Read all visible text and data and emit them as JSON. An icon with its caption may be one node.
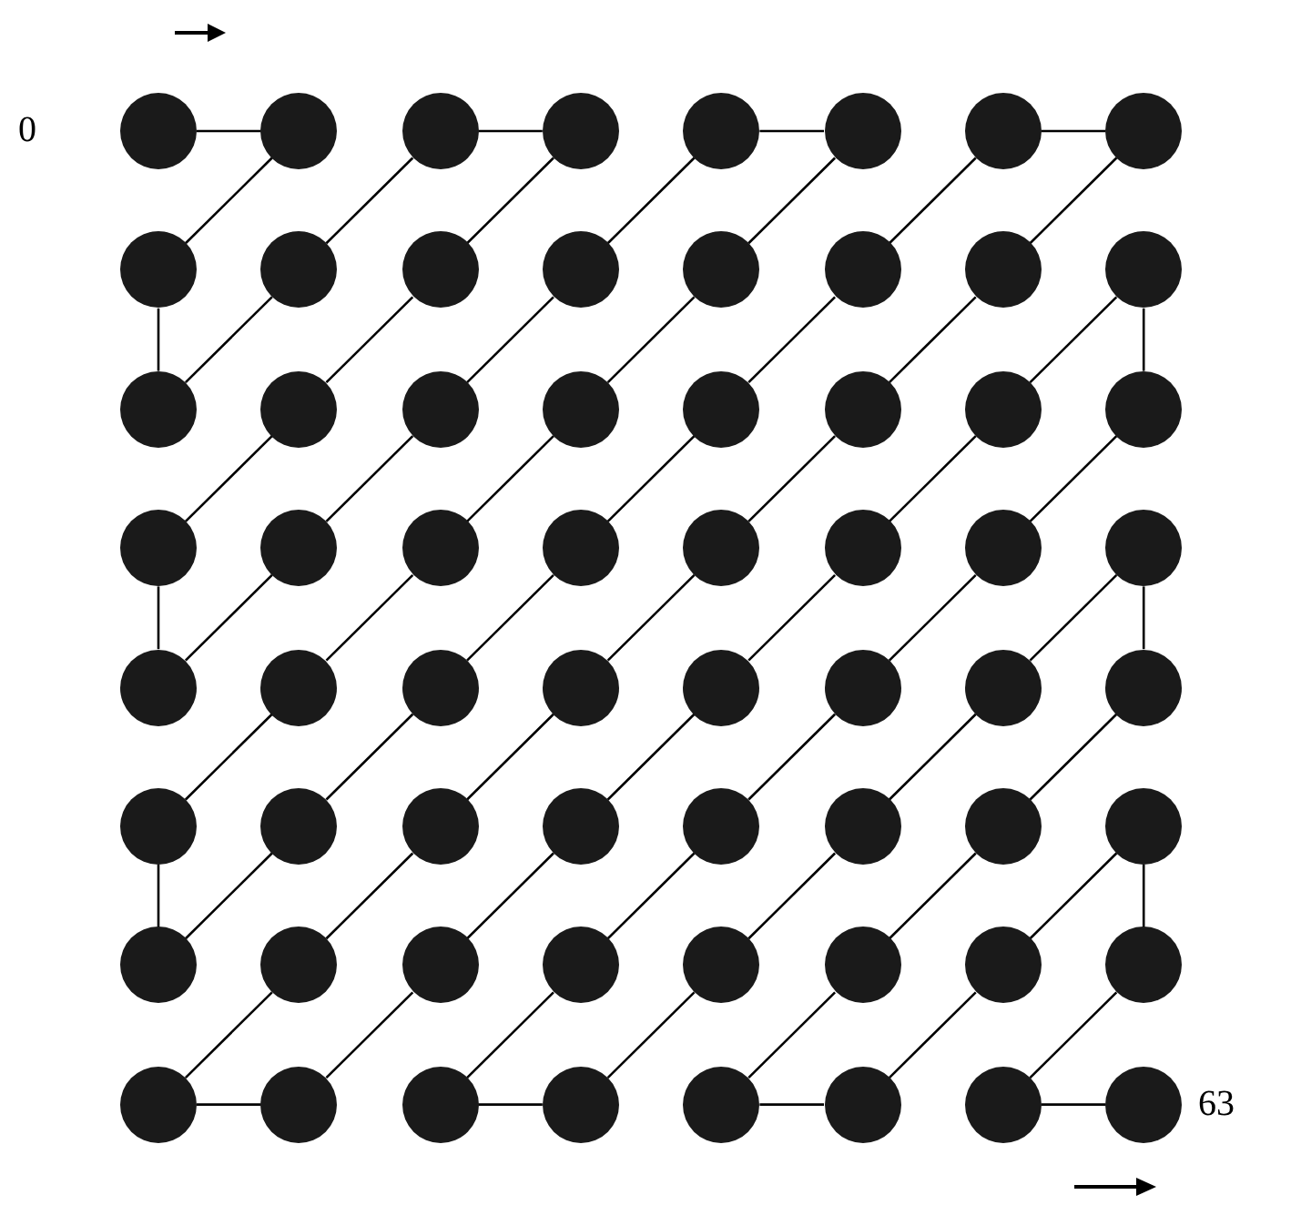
{
  "diagram": {
    "nodes": [
      {
        "text": [],
        "shape": "circle"
      },
      {
        "text": [],
        "shape": "circle"
      },
      {
        "text": [],
        "shape": "circle"
      },
      {
        "text": [],
        "shape": "circle"
      },
      {
        "text": [],
        "shape": "circle"
      },
      {
        "text": [],
        "shape": "circle"
      },
      {
        "text": [],
        "shape": "circle"
      },
      {
        "text": [],
        "shape": "circle"
      },
      {
        "text": [],
        "shape": "circle"
      },
      {
        "text": [],
        "shape": "circle"
      },
      {
        "text": [],
        "shape": "circle"
      },
      {
        "text": [],
        "shape": "circle"
      },
      {
        "text": [],
        "shape": "circle"
      },
      {
        "text": [],
        "shape": "circle"
      },
      {
        "text": [],
        "shape": "circle"
      },
      {
        "text": [],
        "shape": "circle"
      },
      {
        "text": [],
        "shape": "circle"
      },
      {
        "text": [],
        "shape": "circle"
      },
      {
        "text": [],
        "shape": "circle"
      },
      {
        "text": [],
        "shape": "circle"
      },
      {
        "text": [],
        "shape": "circle"
      },
      {
        "text": [],
        "shape": "circle"
      },
      {
        "text": [],
        "shape": "circle"
      },
      {
        "text": [],
        "shape": "circle"
      },
      {
        "text": [],
        "shape": "circle"
      },
      {
        "text": [],
        "shape": "circle"
      },
      {
        "text": [],
        "shape": "circle"
      },
      {
        "text": [],
        "shape": "circle"
      },
      {
        "text": [],
        "shape": "circle"
      },
      {
        "text": [],
        "shape": "circle"
      },
      {
        "text": [],
        "shape": "circle"
      },
      {
        "text": [],
        "shape": "circle"
      },
      {
        "text": [],
        "shape": "circle"
      },
      {
        "text": [],
        "shape": "circle"
      },
      {
        "text": [],
        "shape": "circle"
      },
      {
        "text": [],
        "shape": "circle"
      },
      {
        "text": [],
        "shape": "circle"
      },
      {
        "text": [],
        "shape": "circle"
      },
      {
        "text": [],
        "shape": "circle"
      },
      {
        "text": [],
        "shape": "circle"
      },
      {
        "text": [],
        "shape": "circle"
      },
      {
        "text": [],
        "shape": "circle"
      },
      {
        "text": [],
        "shape": "circle"
      },
      {
        "text": [],
        "shape": "circle"
      },
      {
        "text": [],
        "shape": "circle"
      },
      {
        "text": [],
        "shape": "circle"
      },
      {
        "text": [],
        "shape": "circle"
      },
      {
        "text": [],
        "shape": "circle"
      },
      {
        "text": [],
        "shape": "circle"
      },
      {
        "text": [],
        "shape": "circle"
      },
      {
        "text": [],
        "shape": "circle"
      },
      {
        "text": [],
        "shape": "circle"
      },
      {
        "text": [],
        "shape": "circle"
      },
      {
        "text": [],
        "shape": "circle"
      },
      {
        "text": [],
        "shape": "circle"
      },
      {
        "text": [],
        "shape": "circle"
      },
      {
        "text": [],
        "shape": "circle"
      },
      {
        "text": [],
        "shape": "circle"
      },
      {
        "text": [],
        "shape": "circle"
      },
      {
        "text": [],
        "shape": "circle"
      },
      {
        "text": [],
        "shape": "circle"
      },
      {
        "text": [],
        "shape": "circle"
      },
      {
        "text": [],
        "shape": "circle"
      },
      {
        "text": [],
        "shape": "circle"
      }
    ],
    "edges": [
      {
        "from": 0,
        "to": 1,
        "arrow": "none"
      },
      {
        "from": 1,
        "to": 8,
        "arrow": "none"
      },
      {
        "from": 8,
        "to": 16,
        "arrow": "none"
      },
      {
        "from": 16,
        "to": 9,
        "arrow": "none"
      },
      {
        "from": 9,
        "to": 2,
        "arrow": "none"
      },
      {
        "from": 2,
        "to": 3,
        "arrow": "none"
      },
      {
        "from": 3,
        "to": 10,
        "arrow": "none"
      },
      {
        "from": 10,
        "to": 17,
        "arrow": "none"
      },
      {
        "from": 17,
        "to": 24,
        "arrow": "none"
      },
      {
        "from": 24,
        "to": 32,
        "arrow": "none"
      },
      {
        "from": 32,
        "to": 25,
        "arrow": "none"
      },
      {
        "from": 25,
        "to": 18,
        "arrow": "none"
      },
      {
        "from": 18,
        "to": 11,
        "arrow": "none"
      },
      {
        "from": 11,
        "to": 4,
        "arrow": "none"
      },
      {
        "from": 4,
        "to": 5,
        "arrow": "none"
      },
      {
        "from": 5,
        "to": 12,
        "arrow": "none"
      },
      {
        "from": 12,
        "to": 19,
        "arrow": "none"
      },
      {
        "from": 19,
        "to": 26,
        "arrow": "none"
      },
      {
        "from": 26,
        "to": 33,
        "arrow": "none"
      },
      {
        "from": 33,
        "to": 40,
        "arrow": "none"
      },
      {
        "from": 40,
        "to": 48,
        "arrow": "none"
      },
      {
        "from": 48,
        "to": 41,
        "arrow": "none"
      },
      {
        "from": 41,
        "to": 34,
        "arrow": "none"
      },
      {
        "from": 34,
        "to": 27,
        "arrow": "none"
      },
      {
        "from": 27,
        "to": 20,
        "arrow": "none"
      },
      {
        "from": 20,
        "to": 13,
        "arrow": "none"
      },
      {
        "from": 13,
        "to": 6,
        "arrow": "none"
      },
      {
        "from": 6,
        "to": 7,
        "arrow": "none"
      },
      {
        "from": 7,
        "to": 14,
        "arrow": "none"
      },
      {
        "from": 14,
        "to": 21,
        "arrow": "none"
      },
      {
        "from": 21,
        "to": 28,
        "arrow": "none"
      },
      {
        "from": 28,
        "to": 35,
        "arrow": "none"
      },
      {
        "from": 35,
        "to": 42,
        "arrow": "none"
      },
      {
        "from": 42,
        "to": 49,
        "arrow": "none"
      },
      {
        "from": 49,
        "to": 56,
        "arrow": "none"
      },
      {
        "from": 56,
        "to": 57,
        "arrow": "none"
      },
      {
        "from": 57,
        "to": 50,
        "arrow": "none"
      },
      {
        "from": 50,
        "to": 43,
        "arrow": "none"
      },
      {
        "from": 43,
        "to": 36,
        "arrow": "none"
      },
      {
        "from": 36,
        "to": 29,
        "arrow": "none"
      },
      {
        "from": 29,
        "to": 22,
        "arrow": "none"
      },
      {
        "from": 22,
        "to": 15,
        "arrow": "none"
      },
      {
        "from": 15,
        "to": 23,
        "arrow": "none"
      },
      {
        "from": 23,
        "to": 30,
        "arrow": "none"
      },
      {
        "from": 30,
        "to": 37,
        "arrow": "none"
      },
      {
        "from": 37,
        "to": 44,
        "arrow": "none"
      },
      {
        "from": 44,
        "to": 51,
        "arrow": "none"
      },
      {
        "from": 51,
        "to": 58,
        "arrow": "none"
      },
      {
        "from": 58,
        "to": 59,
        "arrow": "none"
      },
      {
        "from": 59,
        "to": 52,
        "arrow": "none"
      },
      {
        "from": 52,
        "to": 45,
        "arrow": "none"
      },
      {
        "from": 45,
        "to": 38,
        "arrow": "none"
      },
      {
        "from": 38,
        "to": 31,
        "arrow": "none"
      },
      {
        "from": 31,
        "to": 39,
        "arrow": "none"
      },
      {
        "from": 39,
        "to": 46,
        "arrow": "none"
      },
      {
        "from": 46,
        "to": 53,
        "arrow": "none"
      },
      {
        "from": 53,
        "to": 60,
        "arrow": "none"
      },
      {
        "from": 60,
        "to": 61,
        "arrow": "none"
      },
      {
        "from": 61,
        "to": 54,
        "arrow": "none"
      },
      {
        "from": 54,
        "to": 47,
        "arrow": "none"
      },
      {
        "from": 47,
        "to": 55,
        "arrow": "none"
      },
      {
        "from": 55,
        "to": 62,
        "arrow": "none"
      },
      {
        "from": 62,
        "to": 63,
        "arrow": "none"
      }
    ],
    "labels": [
      "0",
      "63"
    ]
  }
}
